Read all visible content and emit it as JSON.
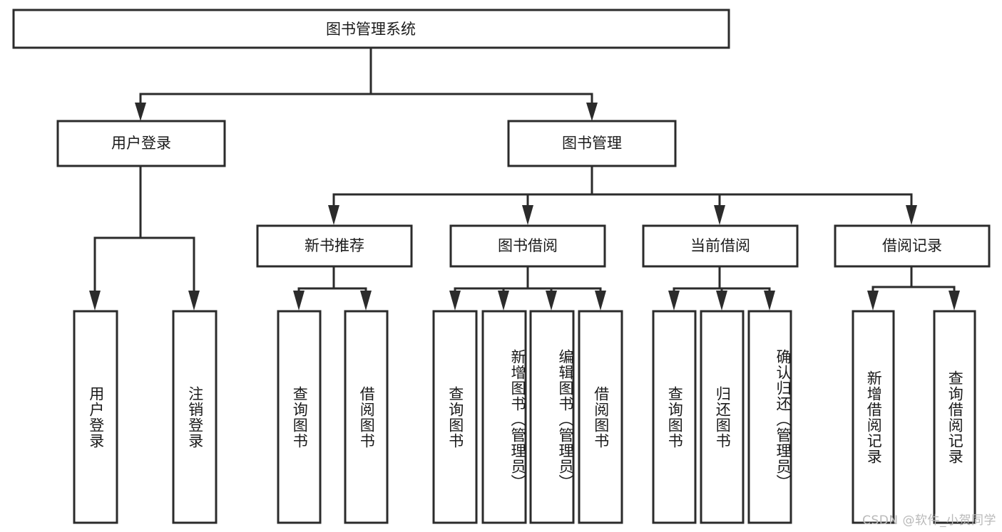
{
  "diagram": {
    "title": "图书管理系统",
    "type": "tree",
    "orientation": "top-down",
    "colors": {
      "box_stroke": "#2b2b2b",
      "box_fill": "#ffffff",
      "edge": "#2b2b2b",
      "text": "#1a1a1a",
      "watermark": "#b9b9b9",
      "background": "#ffffff"
    },
    "nodes": {
      "root": {
        "label": "图书管理系统"
      },
      "level2": [
        {
          "id": "user-login",
          "label": "用户登录"
        },
        {
          "id": "book-manage",
          "label": "图书管理"
        }
      ],
      "level3": [
        {
          "id": "new-book-recommend",
          "label": "新书推荐"
        },
        {
          "id": "book-borrow",
          "label": "图书借阅"
        },
        {
          "id": "current-borrow",
          "label": "当前借阅"
        },
        {
          "id": "borrow-record",
          "label": "借阅记录"
        }
      ],
      "leaves": {
        "user-login": [
          {
            "id": "leaf-user-login",
            "label": "用户登录"
          },
          {
            "id": "leaf-logout-login",
            "label": "注销登录"
          }
        ],
        "new-book-recommend": [
          {
            "id": "leaf-query-book-1",
            "label": "查询图书"
          },
          {
            "id": "leaf-borrow-book-1",
            "label": "借阅图书"
          }
        ],
        "book-borrow": [
          {
            "id": "leaf-query-book-2",
            "label": "查询图书"
          },
          {
            "id": "leaf-add-book",
            "label": "新增图书（管理员）"
          },
          {
            "id": "leaf-edit-book",
            "label": "编辑图书（管理员）"
          },
          {
            "id": "leaf-borrow-book-2",
            "label": "借阅图书"
          }
        ],
        "current-borrow": [
          {
            "id": "leaf-query-book-3",
            "label": "查询图书"
          },
          {
            "id": "leaf-return-book",
            "label": "归还图书"
          },
          {
            "id": "leaf-confirm-return",
            "label": "确认归还（管理员）"
          }
        ],
        "borrow-record": [
          {
            "id": "leaf-add-borrow-record",
            "label": "新增借阅记录"
          },
          {
            "id": "leaf-query-borrow-record",
            "label": "查询借阅记录"
          }
        ]
      }
    },
    "watermark": "CSDN @软件_小贺同学"
  }
}
